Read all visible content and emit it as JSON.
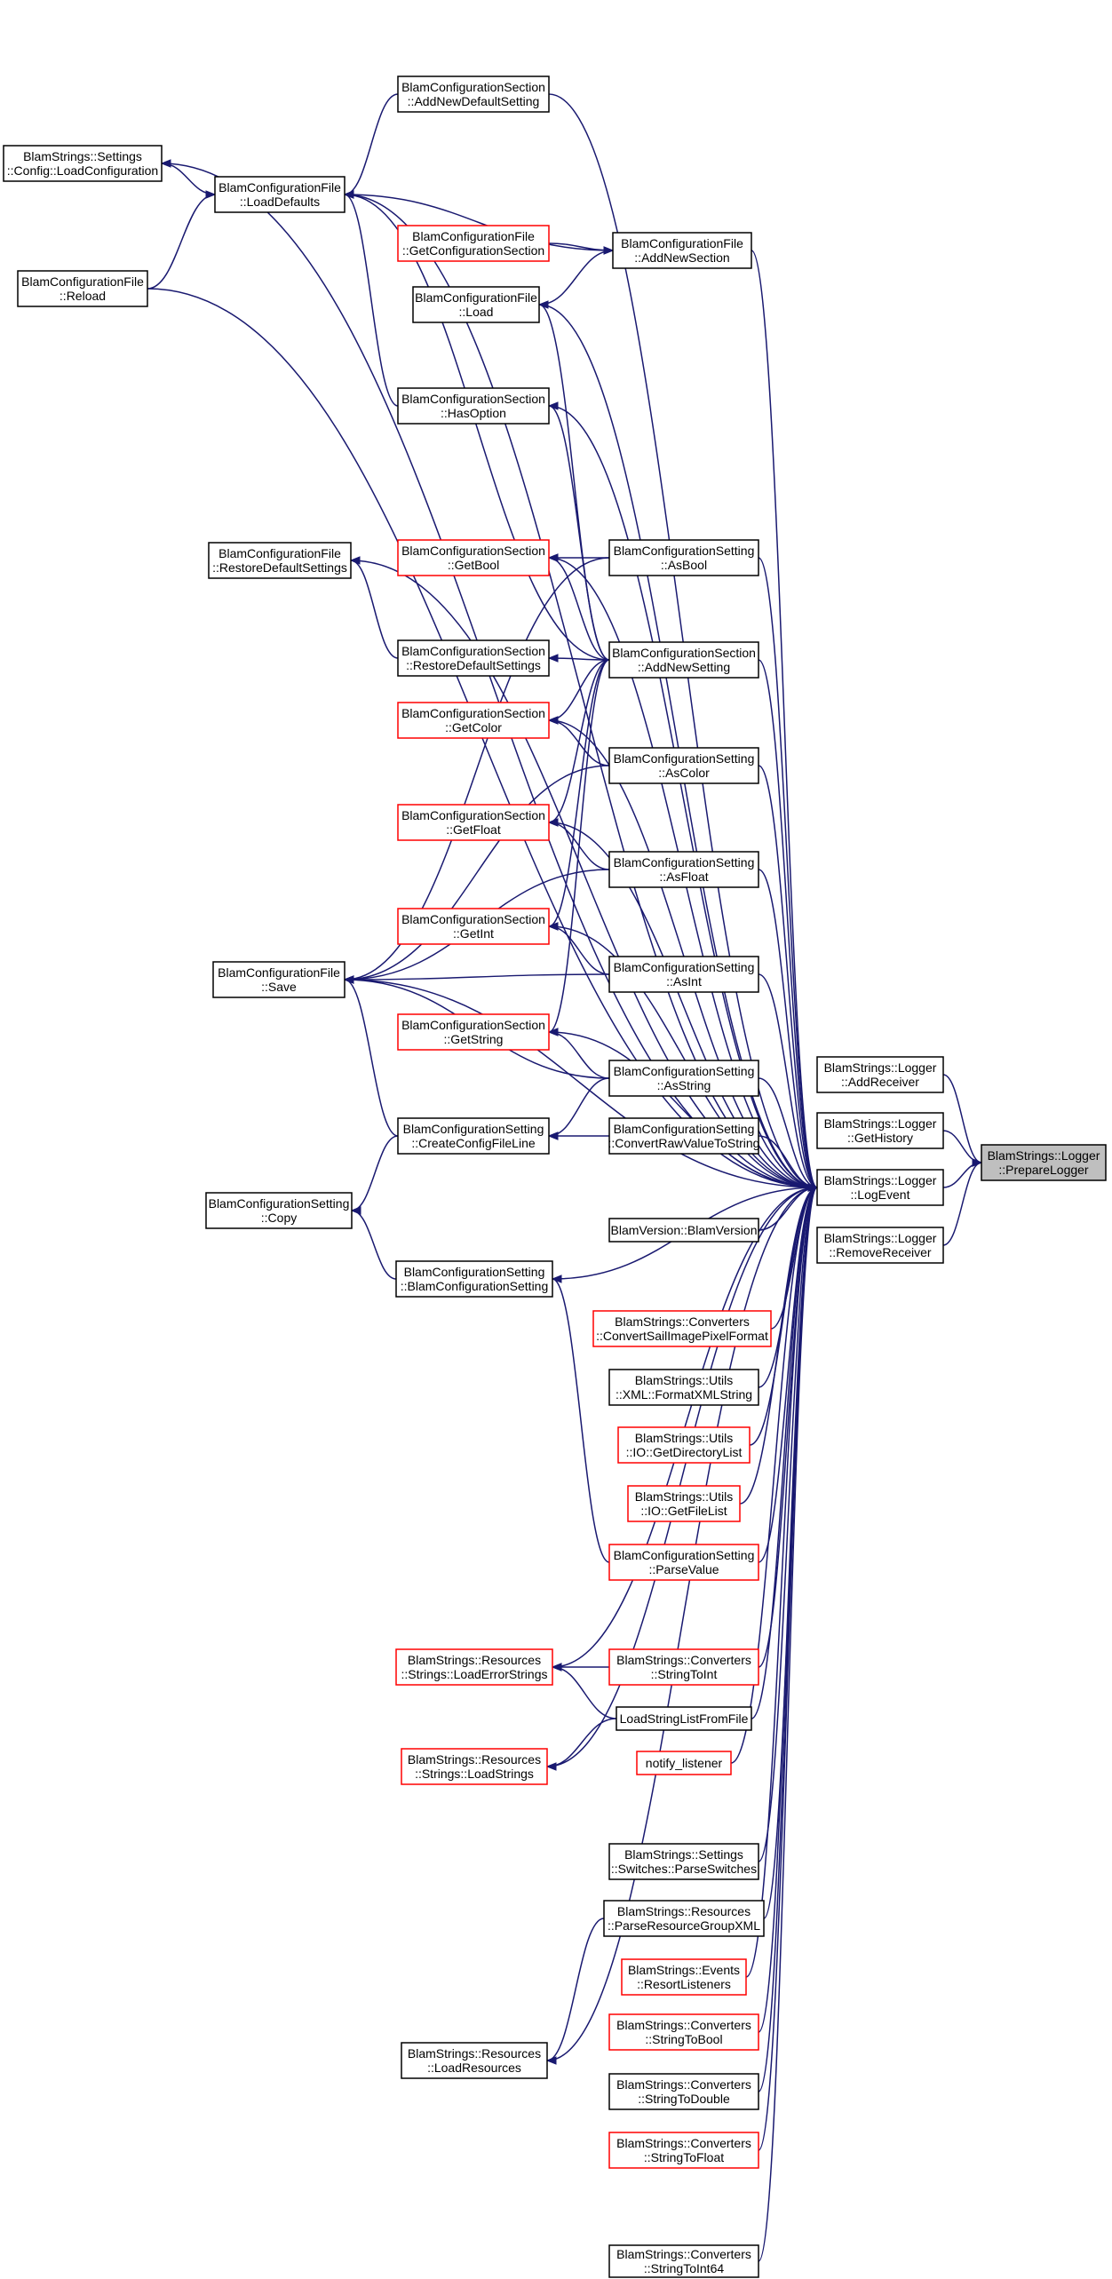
{
  "nodes": [
    {
      "id": "root",
      "lines": [
        "BlamStrings::Logger",
        "::PrepareLogger"
      ],
      "highlight": true
    },
    {
      "id": "addReceiver",
      "lines": [
        "BlamStrings::Logger",
        "::AddReceiver"
      ]
    },
    {
      "id": "getHistory",
      "lines": [
        "BlamStrings::Logger",
        "::GetHistory"
      ]
    },
    {
      "id": "logEvent",
      "lines": [
        "BlamStrings::Logger",
        "::LogEvent"
      ]
    },
    {
      "id": "removeReceiver",
      "lines": [
        "BlamStrings::Logger",
        "::RemoveReceiver"
      ]
    },
    {
      "id": "settingsLoadConfig",
      "lines": [
        "BlamStrings::Settings",
        "::Config::LoadConfiguration"
      ]
    },
    {
      "id": "loadDefaults",
      "lines": [
        "BlamConfigurationFile",
        "::LoadDefaults"
      ]
    },
    {
      "id": "reload",
      "lines": [
        "BlamConfigurationFile",
        "::Reload"
      ]
    },
    {
      "id": "addNewDefaultSetting",
      "lines": [
        "BlamConfigurationSection",
        "::AddNewDefaultSetting"
      ]
    },
    {
      "id": "getConfigurationSection",
      "lines": [
        "BlamConfigurationFile",
        "::GetConfigurationSection"
      ],
      "red": true
    },
    {
      "id": "fileLoad",
      "lines": [
        "BlamConfigurationFile",
        "::Load"
      ]
    },
    {
      "id": "addNewSection",
      "lines": [
        "BlamConfigurationFile",
        "::AddNewSection"
      ]
    },
    {
      "id": "hasOption",
      "lines": [
        "BlamConfigurationSection",
        "::HasOption"
      ]
    },
    {
      "id": "restoreDefaultSettingsFile",
      "lines": [
        "BlamConfigurationFile",
        "::RestoreDefaultSettings"
      ]
    },
    {
      "id": "getBool",
      "lines": [
        "BlamConfigurationSection",
        "::GetBool"
      ],
      "red": true
    },
    {
      "id": "asBool",
      "lines": [
        "BlamConfigurationSetting",
        "::AsBool"
      ]
    },
    {
      "id": "restoreDefaultSettingsSection",
      "lines": [
        "BlamConfigurationSection",
        "::RestoreDefaultSettings"
      ]
    },
    {
      "id": "addNewSetting",
      "lines": [
        "BlamConfigurationSection",
        "::AddNewSetting"
      ]
    },
    {
      "id": "getColor",
      "lines": [
        "BlamConfigurationSection",
        "::GetColor"
      ],
      "red": true
    },
    {
      "id": "asColor",
      "lines": [
        "BlamConfigurationSetting",
        "::AsColor"
      ]
    },
    {
      "id": "getFloat",
      "lines": [
        "BlamConfigurationSection",
        "::GetFloat"
      ],
      "red": true
    },
    {
      "id": "asFloat",
      "lines": [
        "BlamConfigurationSetting",
        "::AsFloat"
      ]
    },
    {
      "id": "getInt",
      "lines": [
        "BlamConfigurationSection",
        "::GetInt"
      ],
      "red": true
    },
    {
      "id": "asInt",
      "lines": [
        "BlamConfigurationSetting",
        "::AsInt"
      ]
    },
    {
      "id": "fileSave",
      "lines": [
        "BlamConfigurationFile",
        "::Save"
      ]
    },
    {
      "id": "getString",
      "lines": [
        "BlamConfigurationSection",
        "::GetString"
      ],
      "red": true
    },
    {
      "id": "asString",
      "lines": [
        "BlamConfigurationSetting",
        "::AsString"
      ]
    },
    {
      "id": "createConfigFileLine",
      "lines": [
        "BlamConfigurationSetting",
        "::CreateConfigFileLine"
      ]
    },
    {
      "id": "convertRawValueToString",
      "lines": [
        "BlamConfigurationSetting",
        "::ConvertRawValueToString"
      ]
    },
    {
      "id": "settingCopy",
      "lines": [
        "BlamConfigurationSetting",
        "::Copy"
      ]
    },
    {
      "id": "blamVersion",
      "lines": [
        "BlamVersion::BlamVersion"
      ]
    },
    {
      "id": "settingCtor",
      "lines": [
        "BlamConfigurationSetting",
        "::BlamConfigurationSetting"
      ]
    },
    {
      "id": "convertSailImage",
      "lines": [
        "BlamStrings::Converters",
        "::ConvertSailImagePixelFormat"
      ],
      "red": true
    },
    {
      "id": "formatXMLString",
      "lines": [
        "BlamStrings::Utils",
        "::XML::FormatXMLString"
      ]
    },
    {
      "id": "getDirectoryList",
      "lines": [
        "BlamStrings::Utils",
        "::IO::GetDirectoryList"
      ],
      "red": true
    },
    {
      "id": "getFileList",
      "lines": [
        "BlamStrings::Utils",
        "::IO::GetFileList"
      ],
      "red": true
    },
    {
      "id": "parseValue",
      "lines": [
        "BlamConfigurationSetting",
        "::ParseValue"
      ],
      "red": true
    },
    {
      "id": "loadErrorStrings",
      "lines": [
        "BlamStrings::Resources",
        "::Strings::LoadErrorStrings"
      ],
      "red": true
    },
    {
      "id": "stringToInt",
      "lines": [
        "BlamStrings::Converters",
        "::StringToInt"
      ],
      "red": true
    },
    {
      "id": "loadStringListFromFile",
      "lines": [
        "LoadStringListFromFile"
      ]
    },
    {
      "id": "loadStrings",
      "lines": [
        "BlamStrings::Resources",
        "::Strings::LoadStrings"
      ],
      "red": true
    },
    {
      "id": "notifyListener",
      "lines": [
        "notify_listener"
      ],
      "red": true
    },
    {
      "id": "parseSwitches",
      "lines": [
        "BlamStrings::Settings",
        "::Switches::ParseSwitches"
      ]
    },
    {
      "id": "parseResourceGroupXML",
      "lines": [
        "BlamStrings::Resources",
        "::ParseResourceGroupXML"
      ]
    },
    {
      "id": "resortListeners",
      "lines": [
        "BlamStrings::Events",
        "::ResortListeners"
      ],
      "red": true
    },
    {
      "id": "loadResources",
      "lines": [
        "BlamStrings::Resources",
        "::LoadResources"
      ]
    },
    {
      "id": "stringToBool",
      "lines": [
        "BlamStrings::Converters",
        "::StringToBool"
      ],
      "red": true
    },
    {
      "id": "stringToDouble",
      "lines": [
        "BlamStrings::Converters",
        "::StringToDouble"
      ]
    },
    {
      "id": "stringToFloat",
      "lines": [
        "BlamStrings::Converters",
        "::StringToFloat"
      ],
      "red": true
    },
    {
      "id": "stringToInt64",
      "lines": [
        "BlamStrings::Converters",
        "::StringToInt64"
      ]
    }
  ],
  "edges": [
    [
      "addReceiver",
      "root"
    ],
    [
      "getHistory",
      "root"
    ],
    [
      "logEvent",
      "root"
    ],
    [
      "removeReceiver",
      "root"
    ],
    [
      "settingsLoadConfig",
      "logEvent"
    ],
    [
      "loadDefaults",
      "logEvent"
    ],
    [
      "reload",
      "logEvent"
    ],
    [
      "addNewDefaultSetting",
      "logEvent"
    ],
    [
      "fileLoad",
      "logEvent"
    ],
    [
      "addNewSection",
      "logEvent"
    ],
    [
      "hasOption",
      "logEvent"
    ],
    [
      "restoreDefaultSettingsFile",
      "logEvent"
    ],
    [
      "getBool",
      "logEvent"
    ],
    [
      "asBool",
      "logEvent"
    ],
    [
      "addNewSetting",
      "logEvent"
    ],
    [
      "getColor",
      "logEvent"
    ],
    [
      "asColor",
      "logEvent"
    ],
    [
      "getFloat",
      "logEvent"
    ],
    [
      "asFloat",
      "logEvent"
    ],
    [
      "getInt",
      "logEvent"
    ],
    [
      "asInt",
      "logEvent"
    ],
    [
      "fileSave",
      "logEvent"
    ],
    [
      "getString",
      "logEvent"
    ],
    [
      "asString",
      "logEvent"
    ],
    [
      "convertRawValueToString",
      "logEvent"
    ],
    [
      "blamVersion",
      "logEvent"
    ],
    [
      "settingCtor",
      "logEvent"
    ],
    [
      "convertSailImage",
      "logEvent"
    ],
    [
      "formatXMLString",
      "logEvent"
    ],
    [
      "getDirectoryList",
      "logEvent"
    ],
    [
      "getFileList",
      "logEvent"
    ],
    [
      "parseValue",
      "logEvent"
    ],
    [
      "loadErrorStrings",
      "logEvent"
    ],
    [
      "stringToInt",
      "logEvent"
    ],
    [
      "loadStringListFromFile",
      "logEvent"
    ],
    [
      "loadStrings",
      "logEvent"
    ],
    [
      "notifyListener",
      "logEvent"
    ],
    [
      "parseSwitches",
      "logEvent"
    ],
    [
      "parseResourceGroupXML",
      "logEvent"
    ],
    [
      "resortListeners",
      "logEvent"
    ],
    [
      "loadResources",
      "logEvent"
    ],
    [
      "stringToBool",
      "logEvent"
    ],
    [
      "stringToDouble",
      "logEvent"
    ],
    [
      "stringToFloat",
      "logEvent"
    ],
    [
      "stringToInt64",
      "logEvent"
    ],
    [
      "loadDefaults",
      "settingsLoadConfig"
    ],
    [
      "reload",
      "loadDefaults"
    ],
    [
      "addNewDefaultSetting",
      "loadDefaults"
    ],
    [
      "addNewSection",
      "loadDefaults"
    ],
    [
      "hasOption",
      "loadDefaults"
    ],
    [
      "addNewSetting",
      "loadDefaults"
    ],
    [
      "getConfigurationSection",
      "addNewSection"
    ],
    [
      "fileLoad",
      "addNewSection"
    ],
    [
      "addNewSetting",
      "fileLoad"
    ],
    [
      "addNewSetting",
      "hasOption"
    ],
    [
      "restoreDefaultSettingsSection",
      "restoreDefaultSettingsFile"
    ],
    [
      "asBool",
      "getBool"
    ],
    [
      "addNewSetting",
      "getBool"
    ],
    [
      "addNewSetting",
      "restoreDefaultSettingsSection"
    ],
    [
      "addNewSetting",
      "getColor"
    ],
    [
      "addNewSetting",
      "getFloat"
    ],
    [
      "addNewSetting",
      "getInt"
    ],
    [
      "addNewSetting",
      "getString"
    ],
    [
      "asColor",
      "getColor"
    ],
    [
      "asFloat",
      "getFloat"
    ],
    [
      "asInt",
      "getInt"
    ],
    [
      "asString",
      "getString"
    ],
    [
      "asBool",
      "fileSave"
    ],
    [
      "asColor",
      "fileSave"
    ],
    [
      "asFloat",
      "fileSave"
    ],
    [
      "asInt",
      "fileSave"
    ],
    [
      "asString",
      "fileSave"
    ],
    [
      "createConfigFileLine",
      "fileSave"
    ],
    [
      "asString",
      "createConfigFileLine"
    ],
    [
      "convertRawValueToString",
      "createConfigFileLine"
    ],
    [
      "createConfigFileLine",
      "settingCopy"
    ],
    [
      "settingCtor",
      "settingCopy"
    ],
    [
      "parseValue",
      "settingCtor"
    ],
    [
      "stringToInt",
      "loadErrorStrings"
    ],
    [
      "loadStringListFromFile",
      "loadErrorStrings"
    ],
    [
      "loadStringListFromFile",
      "loadStrings"
    ],
    [
      "parseResourceGroupXML",
      "loadResources"
    ]
  ]
}
